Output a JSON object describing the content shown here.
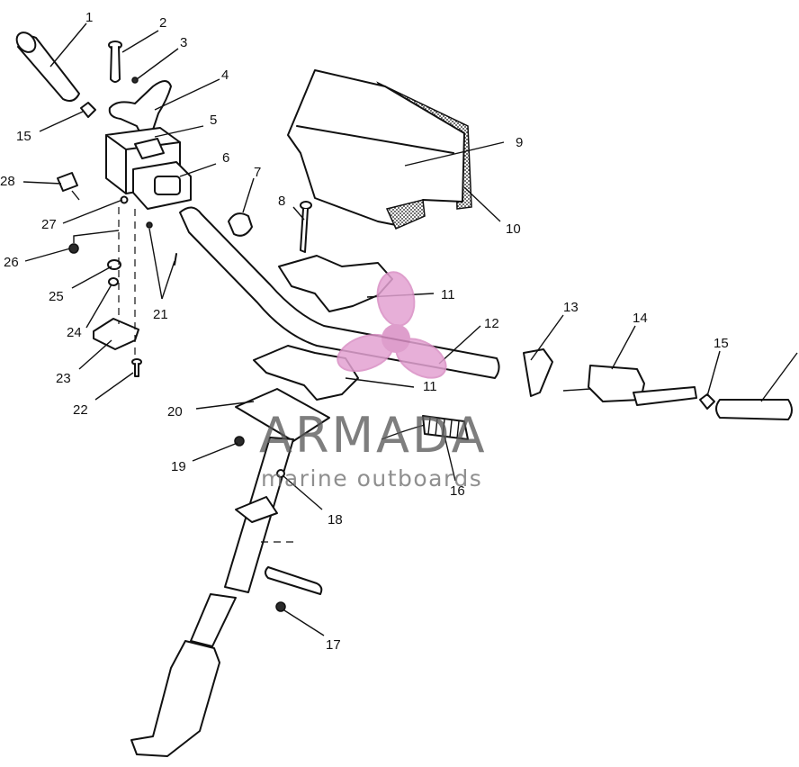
{
  "callouts": [
    {
      "label": "1"
    },
    {
      "label": "2"
    },
    {
      "label": "3"
    },
    {
      "label": "4"
    },
    {
      "label": "15"
    },
    {
      "label": "5"
    },
    {
      "label": "6"
    },
    {
      "label": "28"
    },
    {
      "label": "7"
    },
    {
      "label": "27"
    },
    {
      "label": "8"
    },
    {
      "label": "26"
    },
    {
      "label": "25"
    },
    {
      "label": "21"
    },
    {
      "label": "24"
    },
    {
      "label": "23"
    },
    {
      "label": "22"
    },
    {
      "label": "9"
    },
    {
      "label": "10"
    },
    {
      "label": "11"
    },
    {
      "label": "13"
    },
    {
      "label": "12"
    },
    {
      "label": "14"
    },
    {
      "label": "15"
    },
    {
      "label": "11"
    },
    {
      "label": "20"
    },
    {
      "label": "19"
    },
    {
      "label": "16"
    },
    {
      "label": "18"
    },
    {
      "label": "17"
    }
  ],
  "watermark": {
    "brand": "ARMADA",
    "tagline": "marine outboards",
    "logo_color": "#e3a2d2"
  }
}
